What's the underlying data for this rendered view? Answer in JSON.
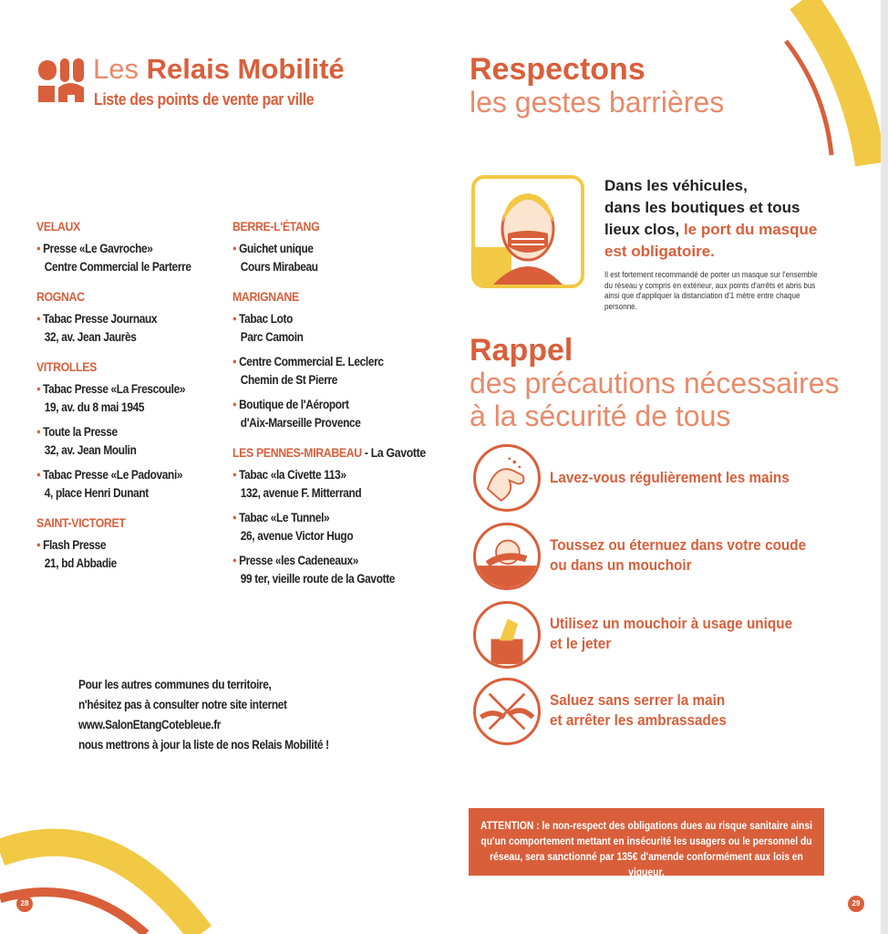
{
  "left": {
    "title_light": "Les ",
    "title_bold": "Relais Mobilité",
    "subtitle": "Liste des points de vente par ville",
    "col1": [
      {
        "city": "VELAUX",
        "items": [
          {
            "l1": "Presse «Le Gavroche»",
            "l2": "Centre Commercial le Parterre"
          }
        ]
      },
      {
        "city": "ROGNAC",
        "items": [
          {
            "l1": "Tabac Presse Journaux",
            "l2": "32, av. Jean Jaurès"
          }
        ]
      },
      {
        "city": "VITROLLES",
        "items": [
          {
            "l1": "Tabac Presse «La Frescoule»",
            "l2": "19, av. du 8 mai 1945"
          },
          {
            "l1": "Toute la Presse",
            "l2": "32, av. Jean Moulin"
          },
          {
            "l1": "Tabac Presse «Le Padovani»",
            "l2": "4, place Henri Dunant"
          }
        ]
      },
      {
        "city": "SAINT-VICTORET",
        "items": [
          {
            "l1": "Flash Presse",
            "l2": "21, bd Abbadie"
          }
        ]
      }
    ],
    "col2": [
      {
        "city": "BERRE-L'ÉTANG",
        "items": [
          {
            "l1": "Guichet unique",
            "l2": "Cours Mirabeau"
          }
        ]
      },
      {
        "city": "MARIGNANE",
        "items": [
          {
            "l1": "Tabac Loto",
            "l2": "Parc Camoin"
          },
          {
            "l1": "Centre Commercial E. Leclerc",
            "l2": "Chemin de St Pierre"
          },
          {
            "l1": "Boutique de l'Aéroport",
            "l2": "d'Aix-Marseille Provence"
          }
        ]
      },
      {
        "city": "LES PENNES-MIRABEAU",
        "city_suffix": " - La Gavotte",
        "items": [
          {
            "l1": "Tabac «la Civette 113»",
            "l2": "132, avenue F. Mitterrand"
          },
          {
            "l1": "Tabac «Le Tunnel»",
            "l2": "26, avenue Victor Hugo"
          },
          {
            "l1": "Presse «les Cadeneaux»",
            "l2": "99 ter, vieille route de la Gavotte"
          }
        ]
      }
    ],
    "note": [
      "Pour les autres communes du territoire,",
      "n'hésitez pas à consulter notre site internet",
      "www.SalonEtangCotebleue.fr",
      "nous mettrons à jour la liste de nos Relais Mobilité !"
    ],
    "page": "28"
  },
  "right": {
    "h1_bold": "Respectons",
    "h1_light": "les gestes barrières",
    "mask_l1": "Dans les véhicules,",
    "mask_l2": "dans les boutiques et tous",
    "mask_l3a": "lieux clos, ",
    "mask_l3b": "le port du masque",
    "mask_l4": "est obligatoire.",
    "mask_small": [
      "Il est fortement recommandé de porter un masque sur l'ensemble",
      "du réseau y compris en extérieur, aux points d'arrêts et abris bus",
      "ainsi que d'appliquer la distanciation d'1 mètre entre chaque",
      "personne."
    ],
    "h2_bold": "Rappel",
    "h2_light1": "des précautions nécessaires",
    "h2_light2": "à la sécurité de tous",
    "tips": [
      {
        "icon": "hand-wash-icon",
        "l1": "Lavez-vous régulièrement les mains",
        "l2": ""
      },
      {
        "icon": "cough-elbow-icon",
        "l1": "Toussez ou éternuez dans votre coude",
        "l2": "ou dans un mouchoir"
      },
      {
        "icon": "tissue-icon",
        "l1": "Utilisez un mouchoir à usage unique",
        "l2": "et le jeter"
      },
      {
        "icon": "no-handshake-icon",
        "l1": "Saluez sans serrer la main",
        "l2": "et arrêter les ambrassades"
      }
    ],
    "warning_bold": "ATTENTION : ",
    "warning": "le non-respect des obligations dues au risque sanitaire ainsi qu'un comportement mettant en insécurité les usagers ou le personnel du réseau, sera sanctionné par 135€ d'amende conformément aux lois en vigueur.",
    "page": "29"
  },
  "colors": {
    "accent": "#d95f3b",
    "light": "#e98a6a",
    "yellow": "#f2c945"
  }
}
